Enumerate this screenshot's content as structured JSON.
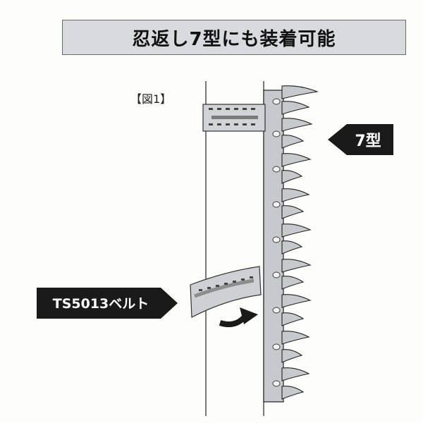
{
  "title": "忍返し7型にも装着可能",
  "figure_label": "【図1】",
  "callouts": {
    "type7": "7型",
    "belt": "TS5013ベルト"
  },
  "colors": {
    "banner_bg": "#d9dade",
    "tag_bg": "#1a1a1a",
    "spike_fill": "#c8c9cc",
    "belt_fill": "#cfd0d3",
    "line": "#222222"
  }
}
